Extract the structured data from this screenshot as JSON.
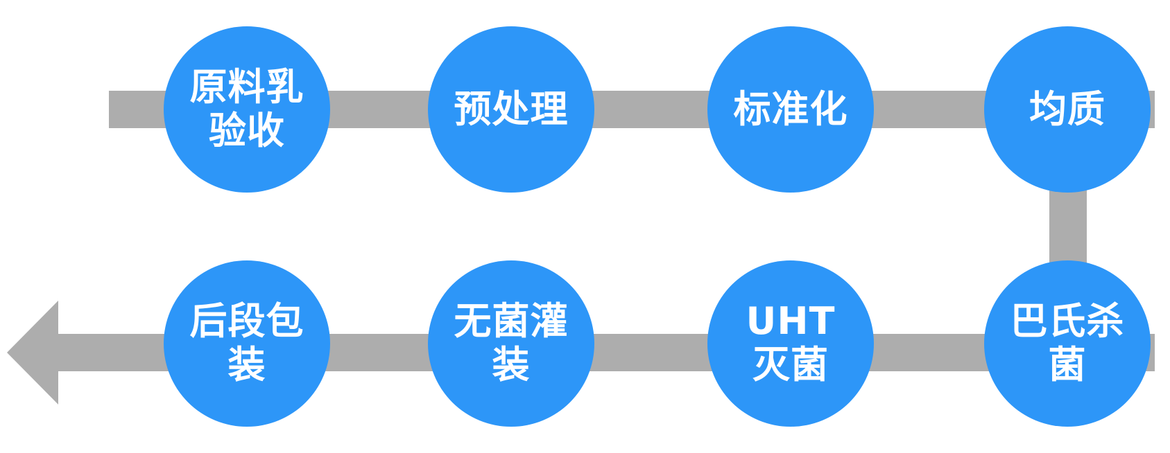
{
  "diagram": {
    "type": "process-flow",
    "colors": {
      "node_fill": "#2D96F8",
      "node_text": "#FFFFFF",
      "connector": "#ADADAD",
      "background": "#FFFFFF"
    },
    "arrow": {
      "points_to": "left"
    },
    "nodes": [
      {
        "id": "raw-milk-acceptance",
        "label": "原料乳验收",
        "lines": [
          "原料乳",
          "验收"
        ]
      },
      {
        "id": "pretreatment",
        "label": "预处理",
        "lines": [
          "预处理"
        ]
      },
      {
        "id": "standardization",
        "label": "标准化",
        "lines": [
          "标准化"
        ]
      },
      {
        "id": "homogenization",
        "label": "均质",
        "lines": [
          "均质"
        ]
      },
      {
        "id": "pasteurization",
        "label": "巴氏杀菌",
        "lines": [
          "巴氏杀",
          "菌"
        ]
      },
      {
        "id": "uht-sterilization",
        "label": "UHT灭菌",
        "lines": [
          "UHT",
          "灭菌"
        ]
      },
      {
        "id": "aseptic-filling",
        "label": "无菌灌装",
        "lines": [
          "无菌灌",
          "装"
        ]
      },
      {
        "id": "post-packaging",
        "label": "后段包装",
        "lines": [
          "后段包",
          "装"
        ]
      }
    ],
    "flow_order": [
      "原料乳验收",
      "预处理",
      "标准化",
      "均质",
      "巴氏杀菌",
      "UHT灭菌",
      "无菌灌装",
      "后段包装"
    ]
  }
}
